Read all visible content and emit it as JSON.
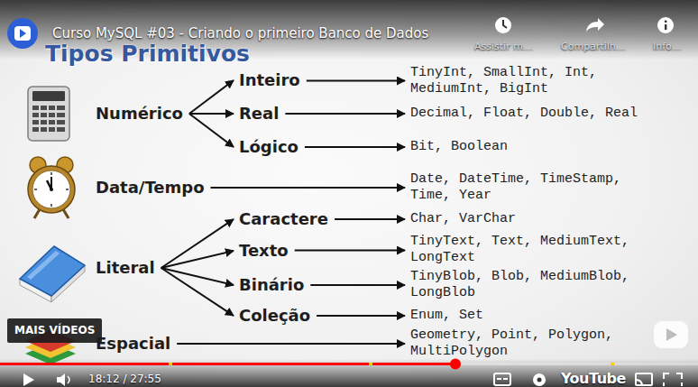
{
  "diagram": {
    "title": "Tipos Primitivos",
    "nodes": [
      {
        "text": [
          "Numérico"
        ]
      },
      {
        "text": [
          "Inteiro"
        ]
      },
      {
        "text": [
          "Real"
        ]
      },
      {
        "text": [
          "Lógico"
        ]
      },
      {
        "text": [
          "TinyInt, SmallInt, Int, MediumInt, BigInt"
        ]
      },
      {
        "text": [
          "Decimal, Float, Double, Real"
        ]
      },
      {
        "text": [
          "Bit, Boolean"
        ]
      },
      {
        "text": [
          "Data/Tempo"
        ]
      },
      {
        "text": [
          "Date, DateTime, TimeStamp, Time, Year"
        ]
      },
      {
        "text": [
          "Literal"
        ]
      },
      {
        "text": [
          "Caractere"
        ]
      },
      {
        "text": [
          "Texto"
        ]
      },
      {
        "text": [
          "Binário"
        ]
      },
      {
        "text": [
          "Coleção"
        ]
      },
      {
        "text": [
          "Char, VarChar"
        ]
      },
      {
        "text": [
          "TinyText, Text, MediumText, LongText"
        ]
      },
      {
        "text": [
          "TinyBlob, Blob, MediumBlob, LongBlob"
        ]
      },
      {
        "text": [
          "Enum, Set"
        ]
      },
      {
        "text": [
          "Espacial"
        ]
      },
      {
        "text": [
          "Geometry, Point, Polygon, MultiPolygon"
        ]
      }
    ],
    "edges": [
      {
        "from": 0,
        "to": 1,
        "arrow": "to"
      },
      {
        "from": 0,
        "to": 2,
        "arrow": "to"
      },
      {
        "from": 0,
        "to": 3,
        "arrow": "to"
      },
      {
        "from": 1,
        "to": 4,
        "arrow": "to"
      },
      {
        "from": 2,
        "to": 5,
        "arrow": "to"
      },
      {
        "from": 3,
        "to": 6,
        "arrow": "to"
      },
      {
        "from": 7,
        "to": 8,
        "arrow": "to"
      },
      {
        "from": 9,
        "to": 10,
        "arrow": "to"
      },
      {
        "from": 9,
        "to": 11,
        "arrow": "to"
      },
      {
        "from": 9,
        "to": 12,
        "arrow": "to"
      },
      {
        "from": 9,
        "to": 13,
        "arrow": "to"
      },
      {
        "from": 10,
        "to": 14,
        "arrow": "to"
      },
      {
        "from": 11,
        "to": 15,
        "arrow": "to"
      },
      {
        "from": 12,
        "to": 16,
        "arrow": "to"
      },
      {
        "from": 13,
        "to": 17,
        "arrow": "to"
      },
      {
        "from": 18,
        "to": 19,
        "arrow": "to"
      }
    ],
    "labels": [
      "Curso MySQL #03 - Criando o primeiro Banco de Dados",
      "Assistir m…",
      "Compartilh…",
      "Info…",
      "MAIS VÍDEOS",
      "18:12 / 27:55",
      "YouTube"
    ]
  }
}
